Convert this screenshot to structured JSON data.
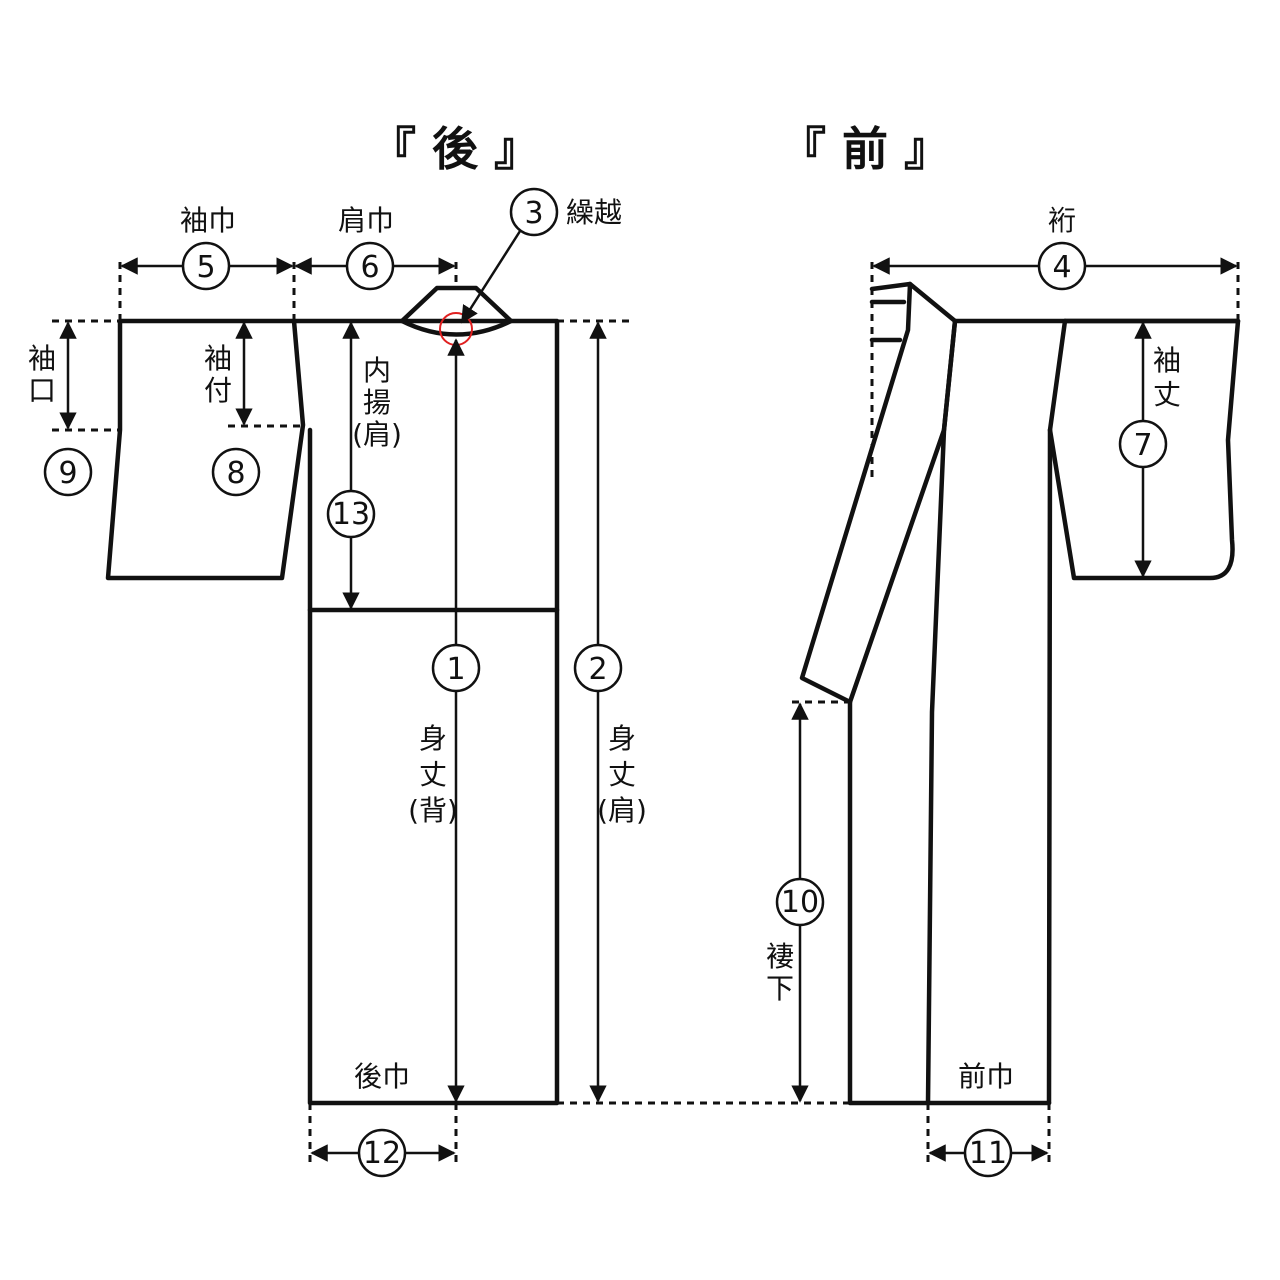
{
  "titles": {
    "back": "『 後 』",
    "front": "『 前 』"
  },
  "labels": {
    "sode_haba": "袖巾",
    "kata_haba": "肩巾",
    "kurikoshi": "繰越",
    "yuki": "裄",
    "sode_guchi": [
      "袖",
      "口"
    ],
    "sode_tsuke": [
      "袖",
      "付"
    ],
    "uchiage": [
      "内",
      "揚",
      "(肩)"
    ],
    "mitake_se": [
      "身",
      "丈",
      "(背)"
    ],
    "mitake_kata": [
      "身",
      "丈",
      "(肩)"
    ],
    "sode_take": [
      "袖",
      "丈"
    ],
    "tsumashita": [
      "褄",
      "下"
    ],
    "ushiro_haba": "後巾",
    "mae_haba": "前巾"
  },
  "numbers": {
    "n1": "1",
    "n2": "2",
    "n3": "3",
    "n4": "4",
    "n5": "5",
    "n6": "6",
    "n7": "7",
    "n8": "8",
    "n9": "9",
    "n10": "10",
    "n11": "11",
    "n12": "12",
    "n13": "13"
  },
  "colors": {
    "line": "#111111",
    "marker": "#e02020"
  }
}
